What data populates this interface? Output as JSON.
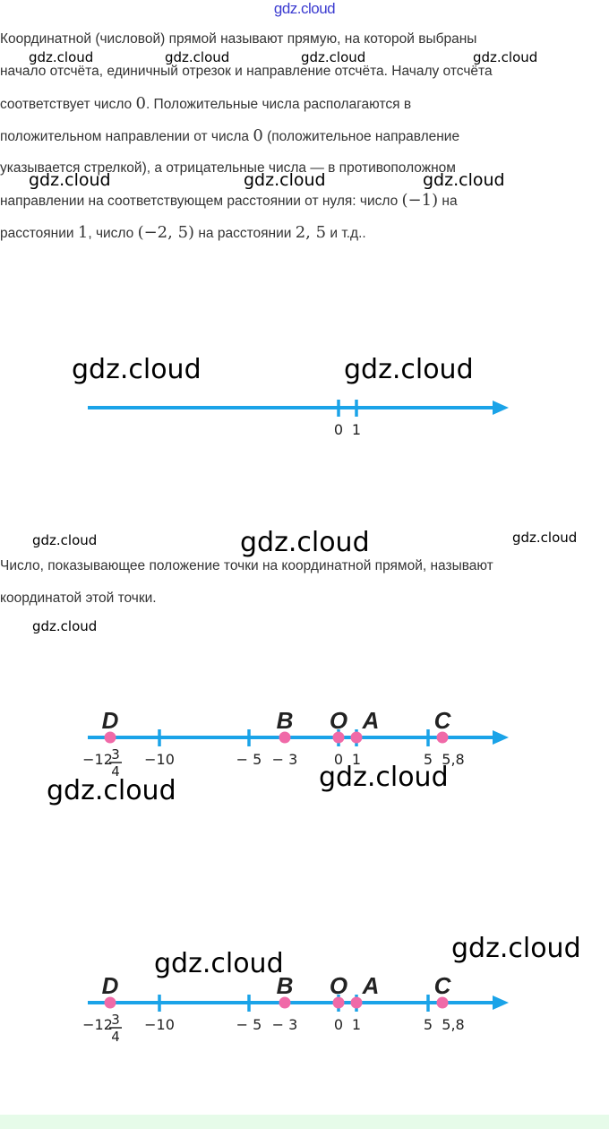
{
  "header": {
    "site": "gdz.cloud"
  },
  "paragraph1": {
    "lines": [
      "Координатной (числовой) прямой называют прямую, на которой выбраны",
      "начало отсчёта, единичный отрезок и направление отсчёта. Началу отсчёта",
      [
        "соответствует число ",
        "0",
        ". Положительные числа располагаются в"
      ],
      [
        "положительном направлении от числа ",
        "0",
        " (положительное направление"
      ],
      "указывается стрелкой), а отрицательные числа — в противоположном",
      [
        "направлении на соответствующем расстоянии от нуля: число ",
        "(−1)",
        " на"
      ],
      [
        "расстоянии ",
        "1",
        ", число ",
        "(−2, 5)",
        " на расстоянии ",
        "2, 5",
        " и т.д.."
      ]
    ]
  },
  "paragraph2": {
    "lines": [
      "Число, показывающее положение точки на координатной прямой, называют",
      "координатой этой точки."
    ]
  },
  "watermark": "gdz.cloud",
  "figure1": {
    "ticks": [
      {
        "value": 0,
        "label": "0"
      },
      {
        "value": 1,
        "label": "1"
      }
    ],
    "points": []
  },
  "figure2": {
    "ticks": [
      {
        "value": -10,
        "label": "−10"
      },
      {
        "value": -5,
        "label": "− 5"
      },
      {
        "value": 0,
        "label": "0"
      },
      {
        "value": 1,
        "label": "1"
      },
      {
        "value": 5,
        "label": "5"
      }
    ],
    "points": [
      {
        "name": "D",
        "value": -12.75,
        "label": "−12",
        "frac": [
          "3",
          "4"
        ]
      },
      {
        "name": "B",
        "value": -3,
        "label": "− 3"
      },
      {
        "name": "O",
        "value": 0
      },
      {
        "name": "A",
        "value": 1
      },
      {
        "name": "C",
        "value": 5.8,
        "label": "5,8"
      }
    ]
  },
  "colors": {
    "line": "#1aa3e8",
    "point": "#f06aa8"
  }
}
